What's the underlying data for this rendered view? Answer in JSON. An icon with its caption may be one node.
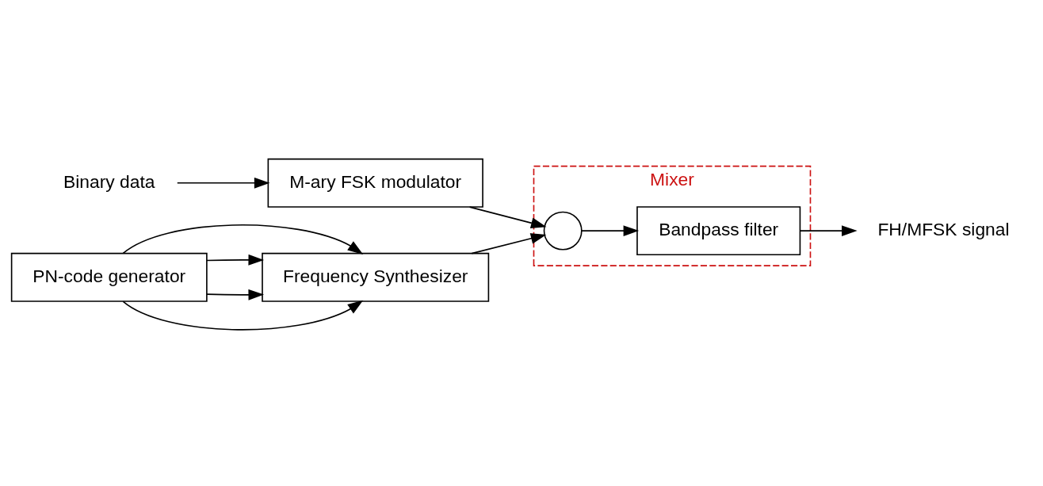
{
  "diagram": {
    "nodes": [
      {
        "text": [
          "Binary data"
        ]
      },
      {
        "text": [
          "M-ary FSK modulator"
        ]
      },
      {
        "text": [
          "Mixer"
        ]
      },
      {
        "text": [],
        "shape": "circle",
        "in": 2
      },
      {
        "text": [
          "Bandpass filter"
        ],
        "in": 2
      },
      {
        "text": [
          "FH/MFSK signal"
        ]
      },
      {
        "text": [
          "Frequency Synthesizer"
        ]
      },
      {
        "text": [
          "PN-code generator"
        ]
      }
    ],
    "edges": [
      {
        "from": 0,
        "to": 1,
        "arrow": "to"
      },
      {
        "from": 1,
        "to": 3,
        "arrow": "to"
      },
      {
        "from": 3,
        "to": 4,
        "arrow": "to"
      },
      {
        "from": 4,
        "to": 5,
        "arrow": "to"
      },
      {
        "from": 6,
        "to": 3,
        "arrow": "to"
      },
      {
        "from": 7,
        "to": 6,
        "arrow": "to"
      },
      {
        "from": 7,
        "to": 6,
        "arrow": "to"
      },
      {
        "from": 7,
        "to": 6,
        "arrow": "to"
      },
      {
        "from": 7,
        "to": 6,
        "arrow": "to"
      }
    ]
  }
}
